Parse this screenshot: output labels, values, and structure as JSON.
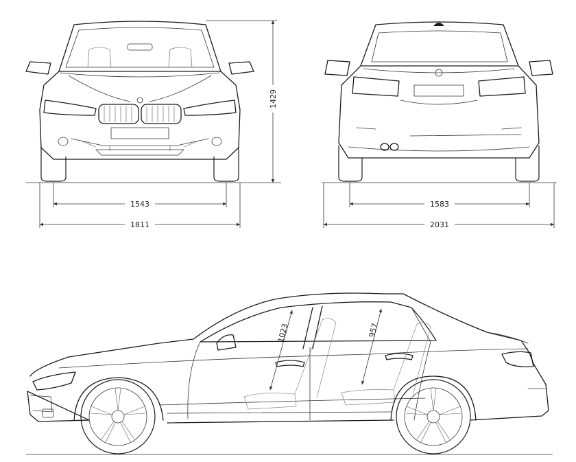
{
  "dimensions": {
    "height": "1429",
    "front_track": "1543",
    "body_width": "1811",
    "rear_track": "1583",
    "width_with_mirrors": "2031",
    "front_headroom": "1023",
    "rear_headroom": "957"
  }
}
